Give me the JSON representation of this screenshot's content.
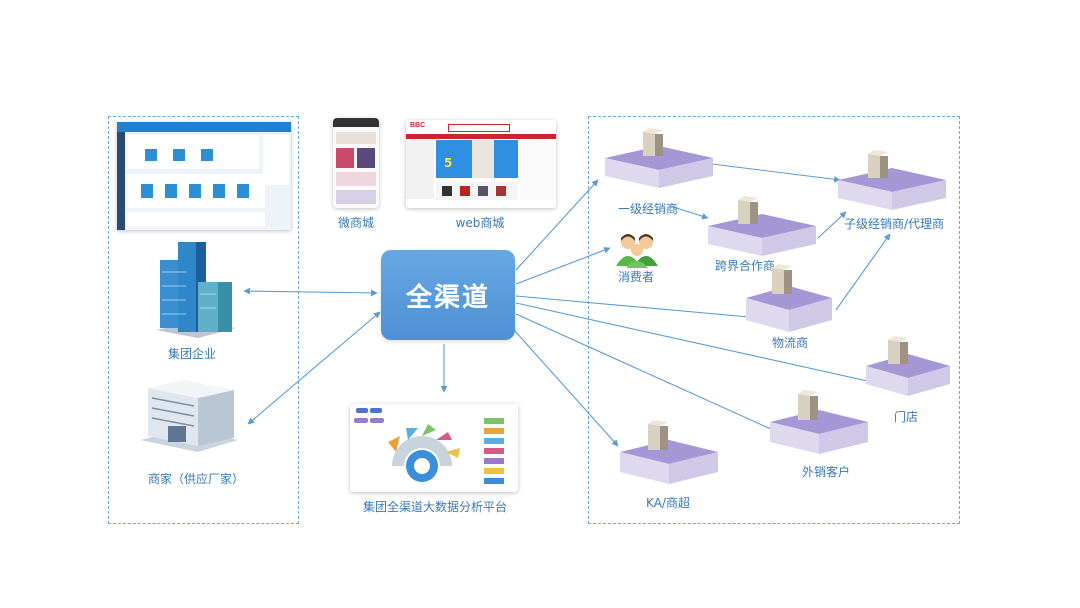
{
  "hub": {
    "label": "全渠道"
  },
  "left": {
    "group": "集团企业",
    "merchant": "商家（供应厂家）"
  },
  "top": {
    "wechat_store": "微商城",
    "web_store": "web商城",
    "web_store_logo": "BBC"
  },
  "bottom": {
    "bigdata": "集团全渠道大数据分析平台"
  },
  "right": {
    "dealer_l1": "一级经销商",
    "sub_dealer": "子级经销商/代理商",
    "cross_partner": "跨界合作商",
    "consumer": "消费者",
    "logistics": "物流商",
    "store": "门店",
    "overseas": "外销客户",
    "ka": "KA/商超"
  },
  "colors": {
    "arrow": "#5b9bd5",
    "hub": "#5a9ad8",
    "dashed": "#6aa8d8",
    "label": "#3a78b8",
    "platform": "#9c8fd0"
  }
}
